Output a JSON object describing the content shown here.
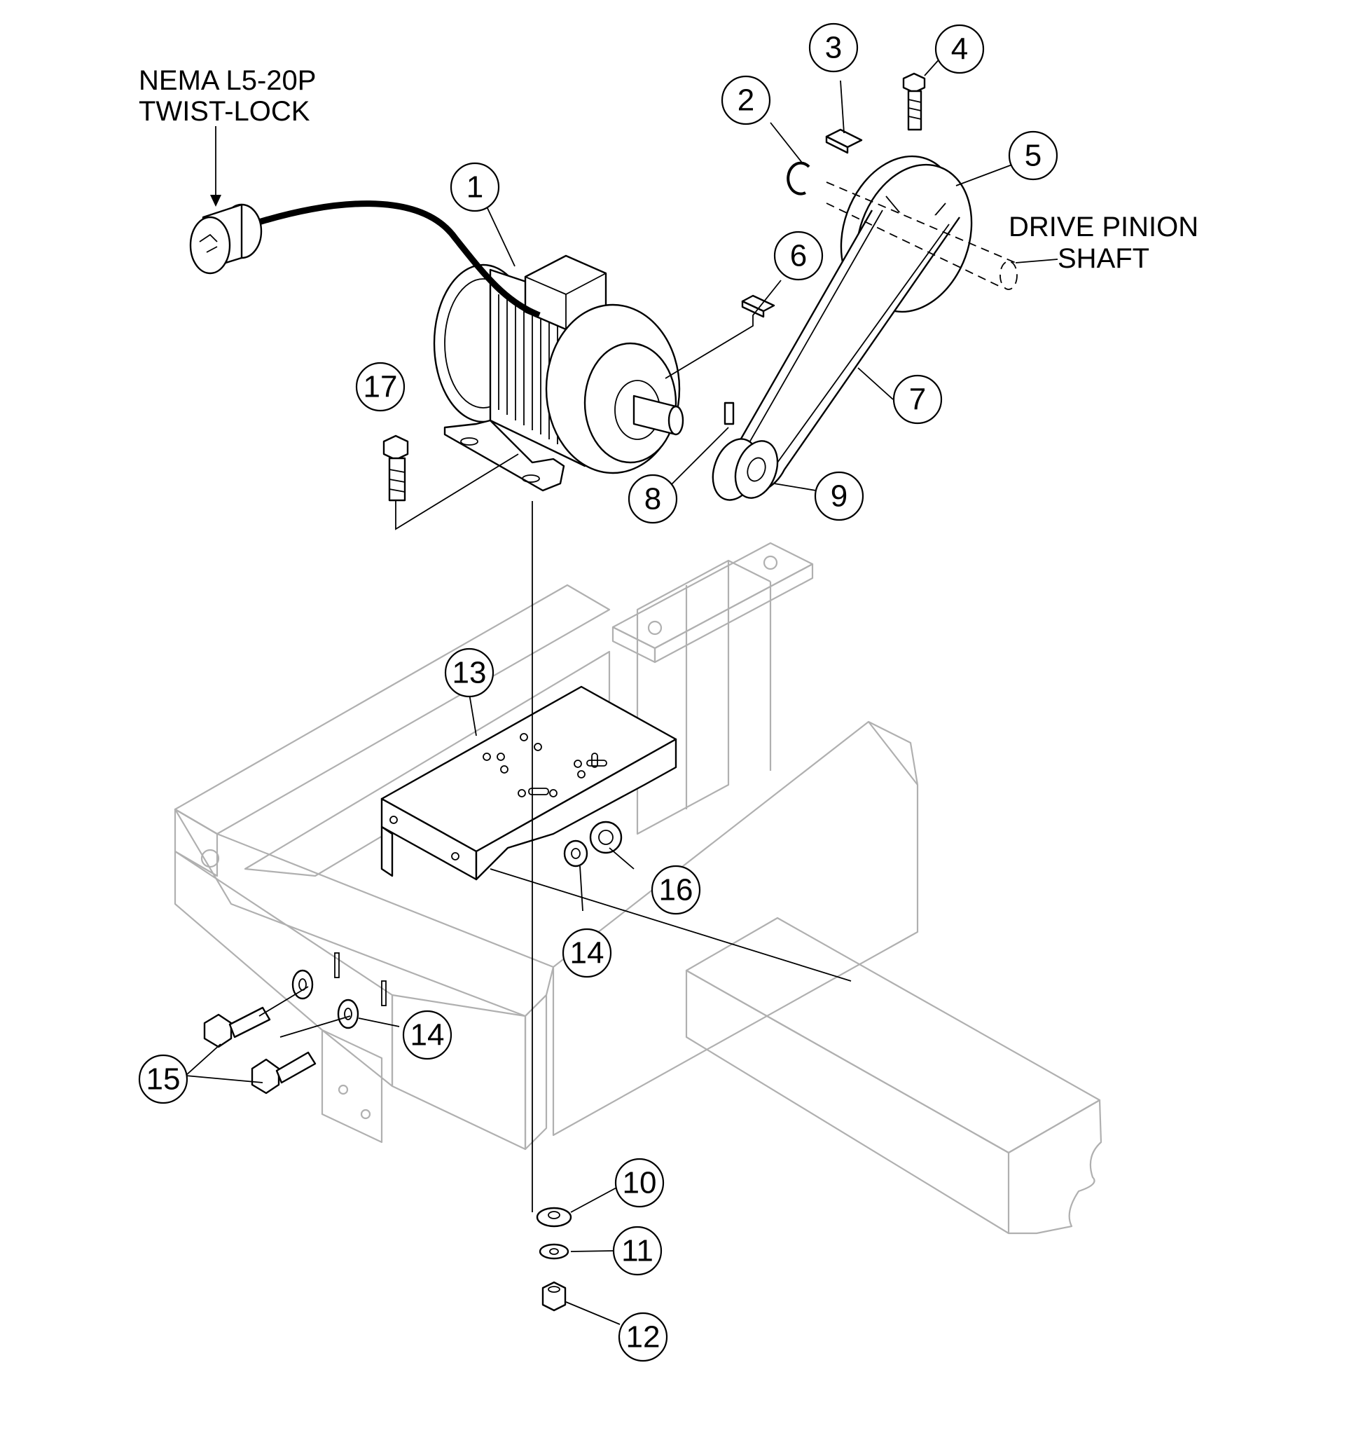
{
  "notes": {
    "plug_line1": "NEMA L5-20P",
    "plug_line2": "TWIST-LOCK",
    "shaft_line1": "DRIVE PINION",
    "shaft_line2": "SHAFT"
  },
  "callouts": {
    "c1": "1",
    "c2": "2",
    "c3": "3",
    "c4": "4",
    "c5": "5",
    "c6": "6",
    "c7": "7",
    "c8": "8",
    "c9": "9",
    "c10": "10",
    "c11": "11",
    "c12": "12",
    "c13": "13",
    "c14a": "14",
    "c14b": "14",
    "c15": "15",
    "c16": "16",
    "c17": "17"
  },
  "colors": {
    "line": "#000000",
    "frame": "#b0b0b0",
    "background": "#ffffff"
  }
}
